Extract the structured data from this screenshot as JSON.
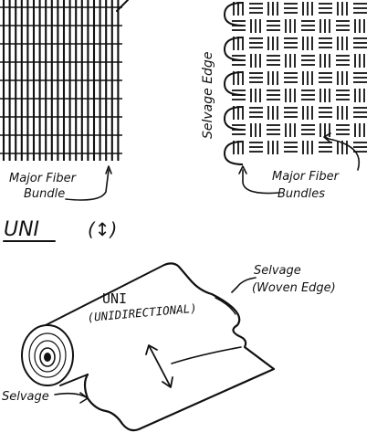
{
  "labels": {
    "major_fiber_left_1": "Major Fiber",
    "major_fiber_left_2": "Bundle",
    "selvage_edge": "Selvage Edge",
    "major_fiber_right_1": "Major Fiber",
    "major_fiber_right_2": "Bundles",
    "uni_heading": "UNI",
    "uni_arrow": "(↕)",
    "roll_title_1": "UNI",
    "roll_title_2": "(UNIDIRECTIONAL)",
    "selvage_woven_1": "Selvage",
    "selvage_woven_2": "(Woven Edge)",
    "selvage_left": "Selvage"
  }
}
